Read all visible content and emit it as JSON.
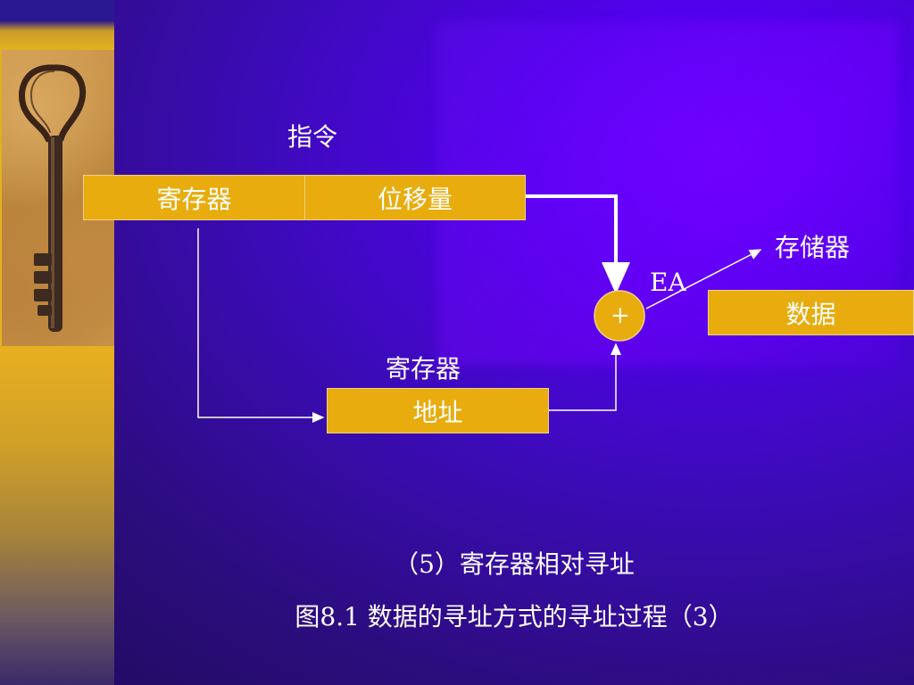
{
  "diagram": {
    "instruction_label": "指令",
    "register_field": "寄存器",
    "displacement_field": "位移量",
    "adder_symbol": "+",
    "ea_label": "EA",
    "memory_label": "存储器",
    "data_box": "数据",
    "register_label": "寄存器",
    "address_box": "地址"
  },
  "captions": {
    "line1": "（5）寄存器相对寻址",
    "line2": "图8.1  数据的寻址方式的寻址过程（3）"
  },
  "colors": {
    "box_fill": "#e8ac0e",
    "background": "#3c0bb8",
    "line": "#ffffff"
  }
}
